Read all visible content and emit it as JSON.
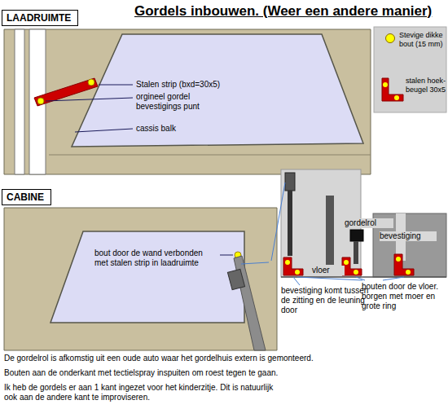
{
  "diagram": {
    "title": "Gordels inbouwen. (Weer een andere manier)",
    "nodes": [
      {
        "text": [
          "LAADRUIMTE"
        ]
      },
      {
        "text": [
          "CABINE"
        ]
      }
    ],
    "labels": [
      "Stalen strip (bxd=30x5)",
      "orgineel gordel bevestigings punt",
      "cassis balk",
      "bout door de wand verbonden met stalen strip in laadruimte",
      "gordelrol",
      "bevestiging",
      "vloer",
      "bevestiging komt tussen de zitting en de leuning door",
      "bouten door de vloer. borgen met moer en grote ring",
      "De gordelrol is afkomstig uit een oude auto waar het gordelhuis extern is gemonteerd.",
      "Bouten aan de onderkant met tectielspray inspuiten om roest tegen te gaan.",
      "Ik heb de gordels er aan 1 kant ingezet voor het kinderzitje. Dit is natuurlijk ook aan de andere kant te improviseren."
    ],
    "legend": [
      {
        "text": "Stevige dikke bout (15 mm)",
        "color": "#ffff00"
      },
      {
        "text": "stalen hoek-beugel 30x5"
      }
    ]
  }
}
